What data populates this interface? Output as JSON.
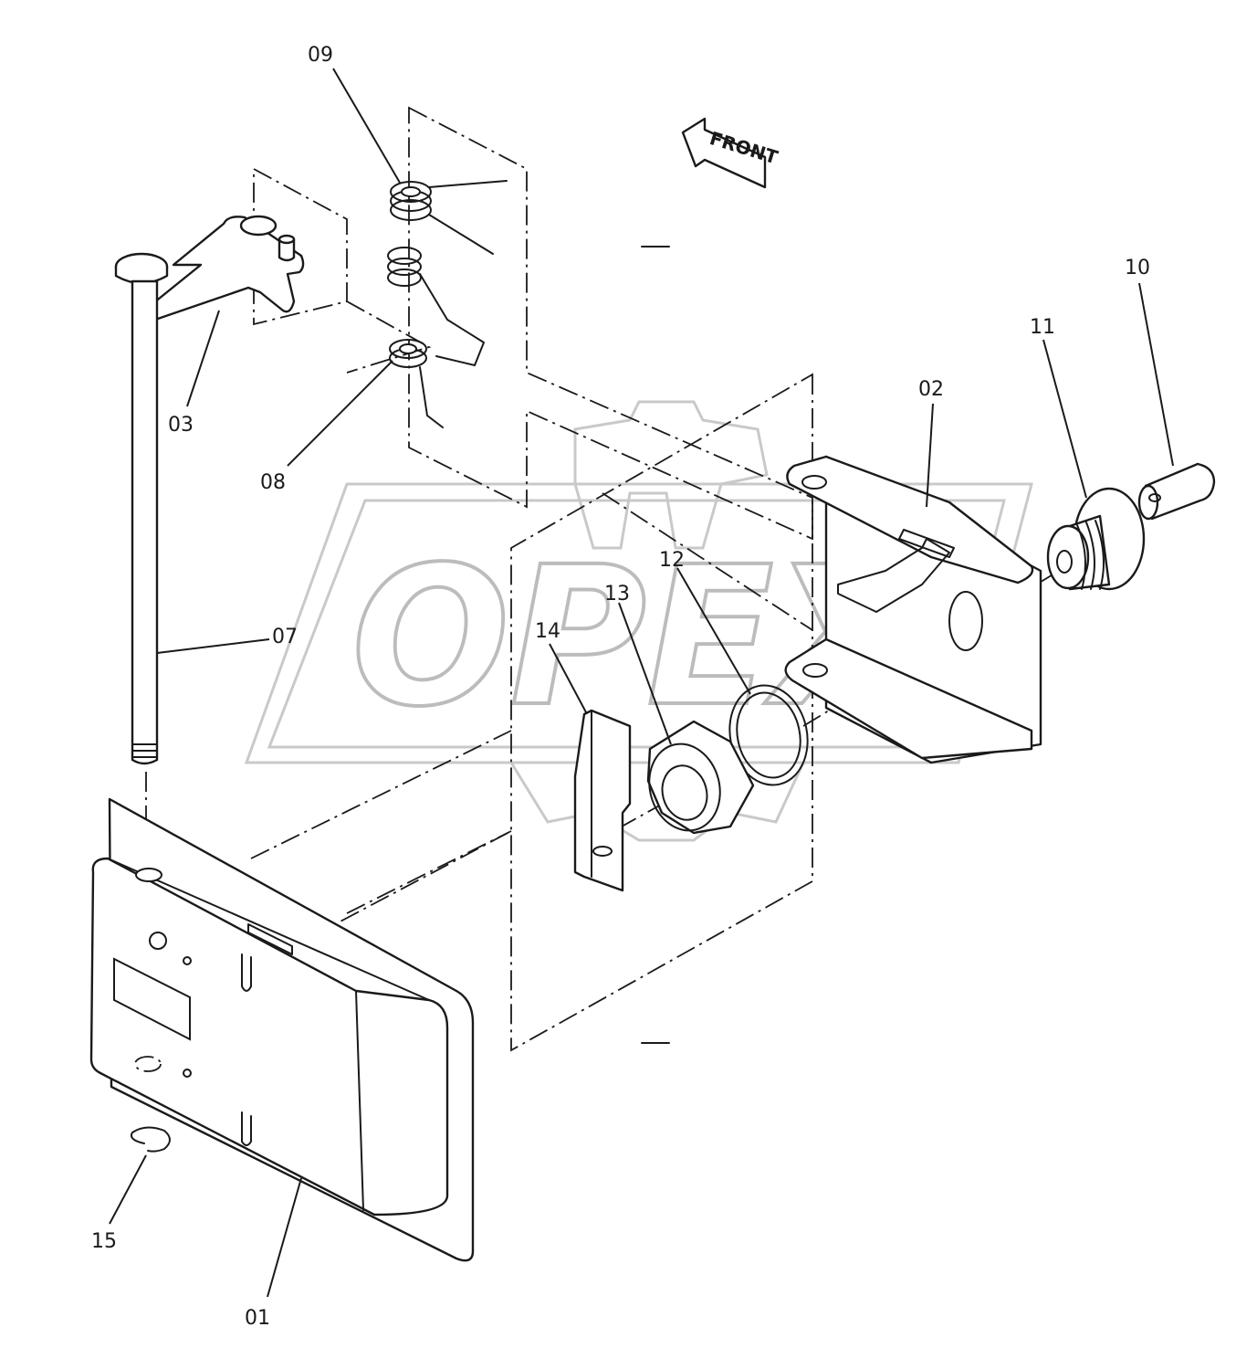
{
  "watermark": {
    "text": "OPEX"
  },
  "direction_arrow": {
    "label": "FRONT"
  },
  "callouts": [
    {
      "id": "c01",
      "label": "01"
    },
    {
      "id": "c02",
      "label": "02"
    },
    {
      "id": "c03",
      "label": "03"
    },
    {
      "id": "c07",
      "label": "07"
    },
    {
      "id": "c08",
      "label": "08"
    },
    {
      "id": "c09",
      "label": "09"
    },
    {
      "id": "c10",
      "label": "10"
    },
    {
      "id": "c11",
      "label": "11"
    },
    {
      "id": "c12",
      "label": "12"
    },
    {
      "id": "c13",
      "label": "13"
    },
    {
      "id": "c14",
      "label": "14"
    },
    {
      "id": "c15",
      "label": "15"
    }
  ]
}
